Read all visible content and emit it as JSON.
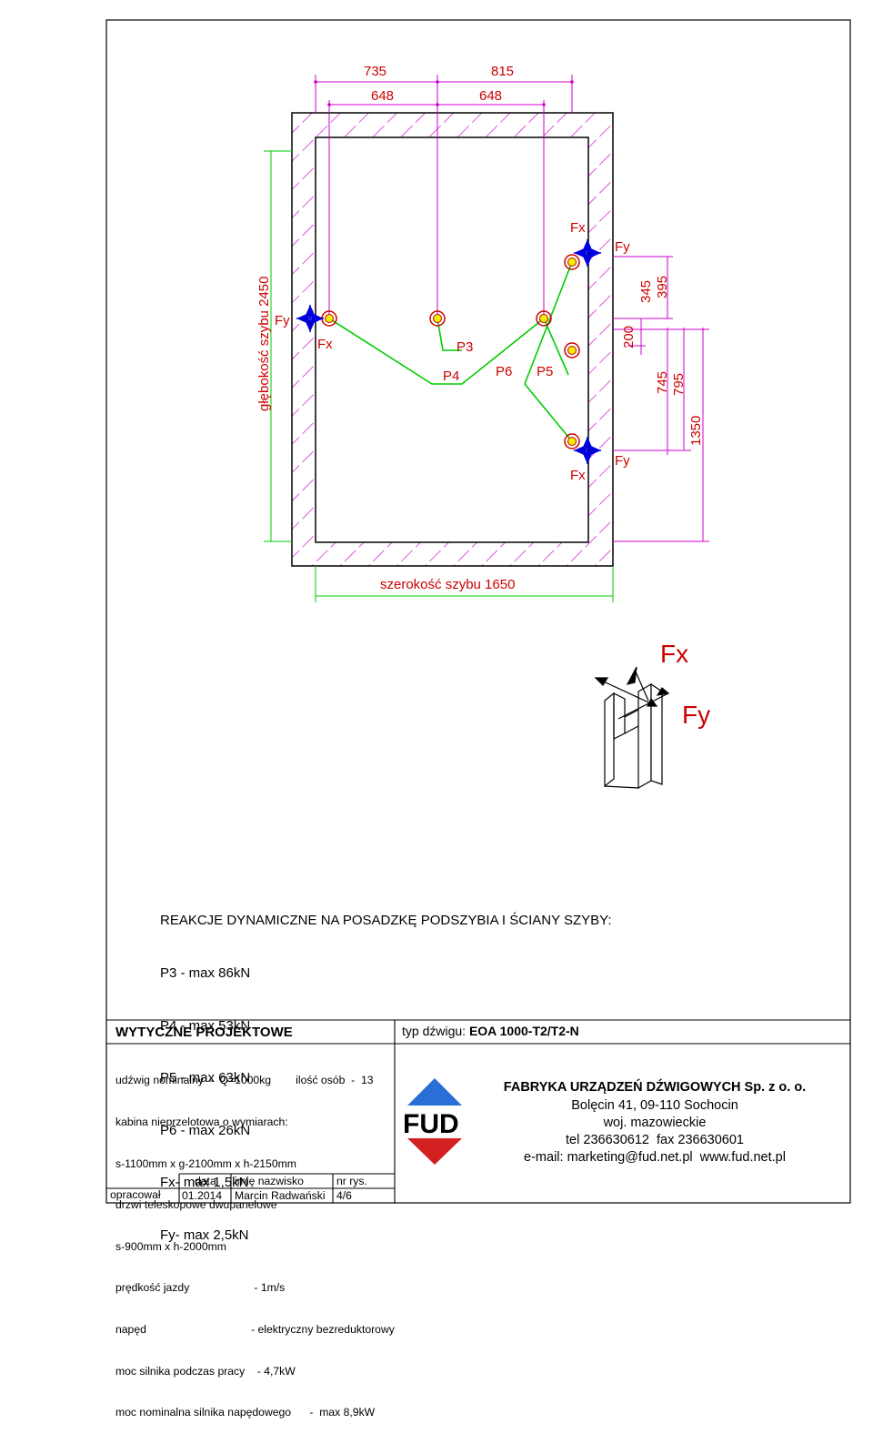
{
  "dimensions": {
    "top_outer_left": "735",
    "top_outer_right": "815",
    "top_inner_left": "648",
    "top_inner_right": "648",
    "depth": "głębokość szybu 2450",
    "width": "szerokość szybu 1650",
    "right_200": "200",
    "right_345": "345",
    "right_395": "395",
    "right_745": "745",
    "right_795": "795",
    "right_1350": "1350"
  },
  "points": {
    "p3": "P3",
    "p4": "P4",
    "p5": "P5",
    "p6": "P6"
  },
  "forces": {
    "fx": "Fx",
    "fy": "Fy"
  },
  "colors": {
    "wall": "#cc00cc",
    "dimension": "#cc00cc",
    "green": "#00cc00",
    "red": "#cc0000",
    "blue": "#0000dd",
    "yellow": "#eeee00"
  },
  "reactions": {
    "title": "REAKCJE DYNAMICZNE NA POSADZKĘ PODSZYBIA I ŚCIANY SZYBY:",
    "lines": [
      "P3 - max 86kN",
      "P4 - max 53kN",
      "P5 - max 63kN",
      "P6 - max 26kN",
      "Fx- max 1,5kN",
      "Fy- max 2,5kN"
    ]
  },
  "title_block": {
    "heading": "WYTYCZNE PROJEKTOWE",
    "lift_type_label": "typ dźwigu: ",
    "lift_type_value": "EOA 1000-T2/T2-N",
    "spec_lines": [
      "udźwig nominalny  -  Q=1000kg        ilość osób  -  13",
      "kabina nieprzelotowa o wymiarach:",
      "s-1100mm x g-2100mm x h-2150mm",
      "drzwi teleskopowe dwupanelowe",
      "s-900mm x h-2000mm",
      "prędkość jazdy                     - 1m/s",
      "napęd                                  - elektryczny bezreduktorowy",
      "moc silnika podczas pracy    - 4,7kW",
      "moc nominalna silnika napędowego      -  max 8,9kW"
    ],
    "col_data": "data",
    "col_name": "imię nazwisko",
    "col_nr": "nr rys.",
    "row_label": "opracował",
    "row_date": "01.2014",
    "row_name": "Marcin Radwański",
    "row_nr": "4/6",
    "logo_text": "FUD",
    "company": "FABRYKA URZĄDZEŃ DŹWIGOWYCH Sp. z o. o.",
    "address": "Bolęcin 41, 09-110 Sochocin",
    "region": "woj. mazowieckie",
    "phone": "tel 236630612  fax 236630601",
    "web": "e-mail: marketing@fud.net.pl  www.fud.net.pl"
  }
}
